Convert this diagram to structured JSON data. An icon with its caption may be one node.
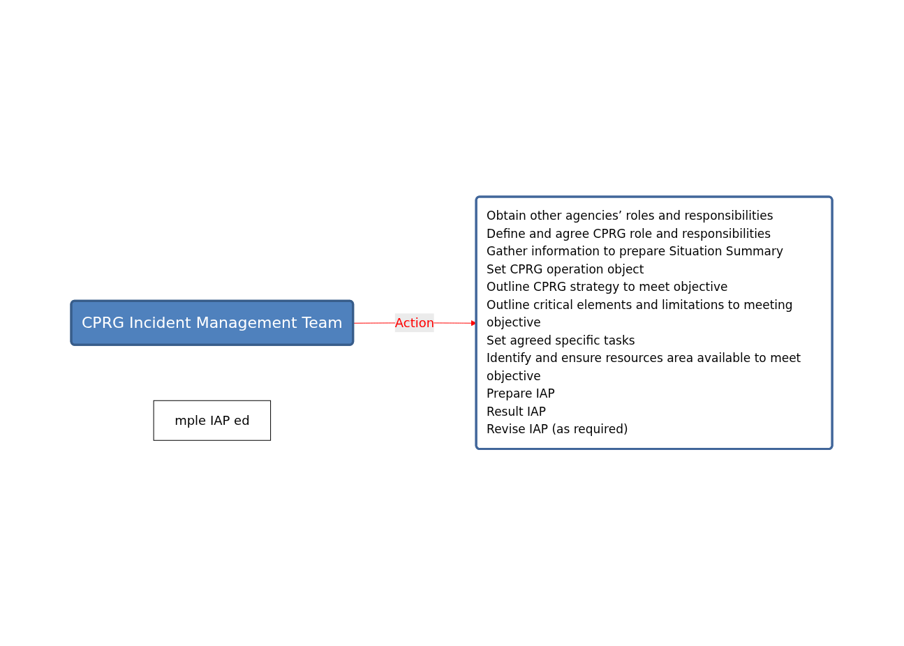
{
  "diagram": {
    "nodes": [
      {
        "text": [
          "CPRG Incident Management Team"
        ]
      },
      {
        "text": [
          "Obtain other agencies’ roles and responsibilities",
          "Define and agree CPRG role and responsibilities",
          "Gather information to prepare Situation Summary",
          "Set CPRG operation object",
          "Outline CPRG strategy to meet objective",
          "Outline critical elements and limitations to meeting objective",
          "Set agreed specific tasks",
          "Identify and ensure resources area available to meet objective",
          "Prepare IAP",
          "Result IAP",
          "Revise IAP (as required)"
        ]
      },
      {
        "text": [
          "mple IAP ed"
        ]
      }
    ],
    "edges": [
      {
        "from": 0,
        "to": 1,
        "arrow": "to",
        "label": "Action",
        "color": "#ff0000"
      }
    ]
  }
}
